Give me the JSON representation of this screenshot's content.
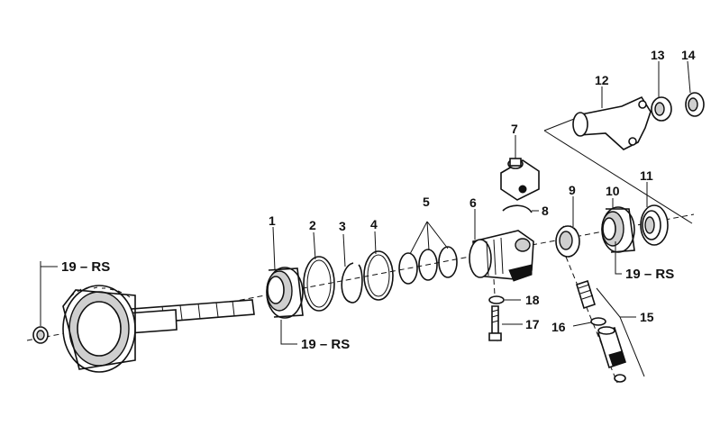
{
  "callouts": {
    "p1": "1",
    "p2": "2",
    "p3": "3",
    "p4": "4",
    "p5": "5",
    "p6": "6",
    "p7": "7",
    "p8": "8",
    "p9": "9",
    "p10": "10",
    "p11": "11",
    "p12": "12",
    "p13": "13",
    "p14": "14",
    "p15": "15",
    "p16": "16",
    "p17": "17",
    "p18": "18",
    "rs_left": "19 – RS",
    "rs_bottom": "19 – RS",
    "rs_right": "19 – RS"
  }
}
